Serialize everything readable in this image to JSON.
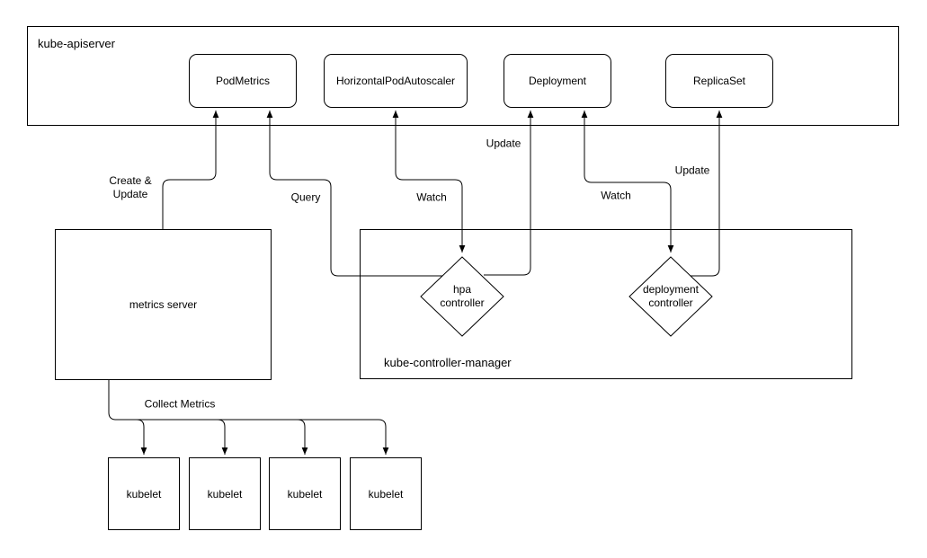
{
  "colors": {
    "stroke": "#000000",
    "background": "#ffffff",
    "text": "#000000"
  },
  "apiserver": {
    "label": "kube-apiserver",
    "nodes": [
      {
        "id": "podmetrics",
        "label": "PodMetrics"
      },
      {
        "id": "horizontalpodautoscaler",
        "label": "HorizontalPodAutoscaler"
      },
      {
        "id": "deployment",
        "label": "Deployment"
      },
      {
        "id": "replicaset",
        "label": "ReplicaSet"
      }
    ]
  },
  "controller_manager": {
    "label": "kube-controller-manager",
    "nodes": [
      {
        "id": "hpa-controller",
        "label": "hpa\ncontroller"
      },
      {
        "id": "deployment-controller",
        "label": "deployment\ncontroller"
      }
    ]
  },
  "metrics_server": {
    "label": "metrics server"
  },
  "kubelets": [
    {
      "label": "kubelet"
    },
    {
      "label": "kubelet"
    },
    {
      "label": "kubelet"
    },
    {
      "label": "kubelet"
    }
  ],
  "edges": {
    "create_update": "Create &\nUpdate",
    "query": "Query",
    "watch_hpa": "Watch",
    "update_hpa": "Update",
    "watch_deployment": "Watch",
    "update_deployment": "Update",
    "collect_metrics": "Collect Metrics"
  }
}
